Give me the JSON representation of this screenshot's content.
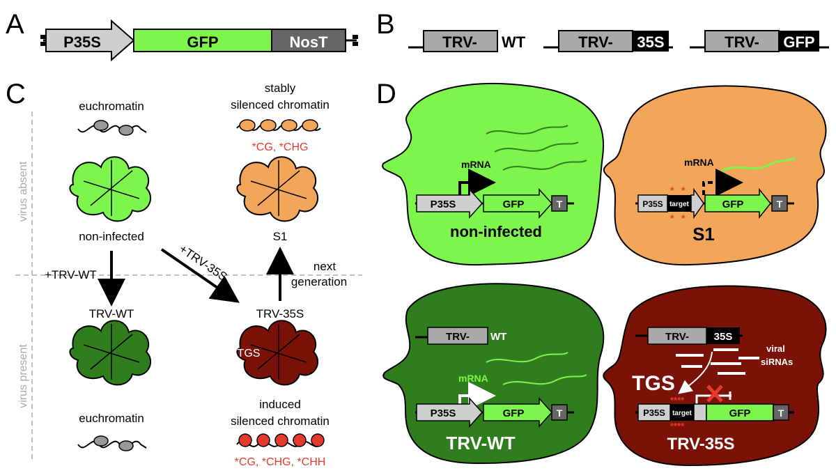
{
  "panels": {
    "a": "A",
    "b": "B",
    "c": "C",
    "d": "D"
  },
  "colors": {
    "bright_green": "#7df54d",
    "dark_green": "#2f7d1c",
    "orange": "#f2a65a",
    "maroon": "#7a1208",
    "gray_box": "#a9a9a9",
    "light_gray": "#cfcfcf",
    "dark_gray": "#666666",
    "methyl_red": "#e53b2c"
  },
  "panel_a": {
    "promoter": "P35S",
    "gene": "GFP",
    "terminator": "NosT"
  },
  "panel_b": {
    "constructs": [
      {
        "box": "TRV-",
        "tag": "WT"
      },
      {
        "box": "TRV-",
        "tag": "35S"
      },
      {
        "box": "TRV-",
        "tag": "GFP"
      }
    ]
  },
  "panel_c": {
    "side_absent": "virus absent",
    "side_present": "virus present",
    "euchromatin_top": "euchromatin",
    "stably_line1": "stably",
    "stably_line2": "silenced chromatin",
    "stably_marks": "*CG, *CHG",
    "non_infected": "non-infected",
    "s1": "S1",
    "arrow_wt": "+TRV-WT",
    "arrow_35s": "+TRV-35S",
    "next_line1": "next",
    "next_line2": "generation",
    "trv_wt": "TRV-WT",
    "trv_35s": "TRV-35S",
    "tgs": "TGS",
    "euchromatin_bottom": "euchromatin",
    "induced_line1": "induced",
    "induced_line2": "silenced chromatin",
    "induced_marks": "*CG, *CHG, *CHH"
  },
  "panel_d": {
    "leaf1": {
      "title": "non-infected",
      "mrna": "mRNA",
      "promoter": "P35S",
      "gene": "GFP",
      "term": "T"
    },
    "leaf2": {
      "title": "S1",
      "mrna": "mRNA",
      "promoter": "P35S",
      "target": "target",
      "gene": "GFP",
      "term": "T"
    },
    "leaf3": {
      "title": "TRV-WT",
      "mrna": "mRNA",
      "promoter": "P35S",
      "gene": "GFP",
      "term": "T",
      "trv_box": "TRV-",
      "trv_tag": "WT"
    },
    "leaf4": {
      "title": "TRV-35S",
      "tgs": "TGS",
      "sirna1": "viral",
      "sirna2": "siRNAs",
      "promoter": "P35S",
      "target": "target",
      "gene": "GFP",
      "term": "T",
      "trv_box": "TRV-",
      "trv_tag": "35S"
    }
  }
}
